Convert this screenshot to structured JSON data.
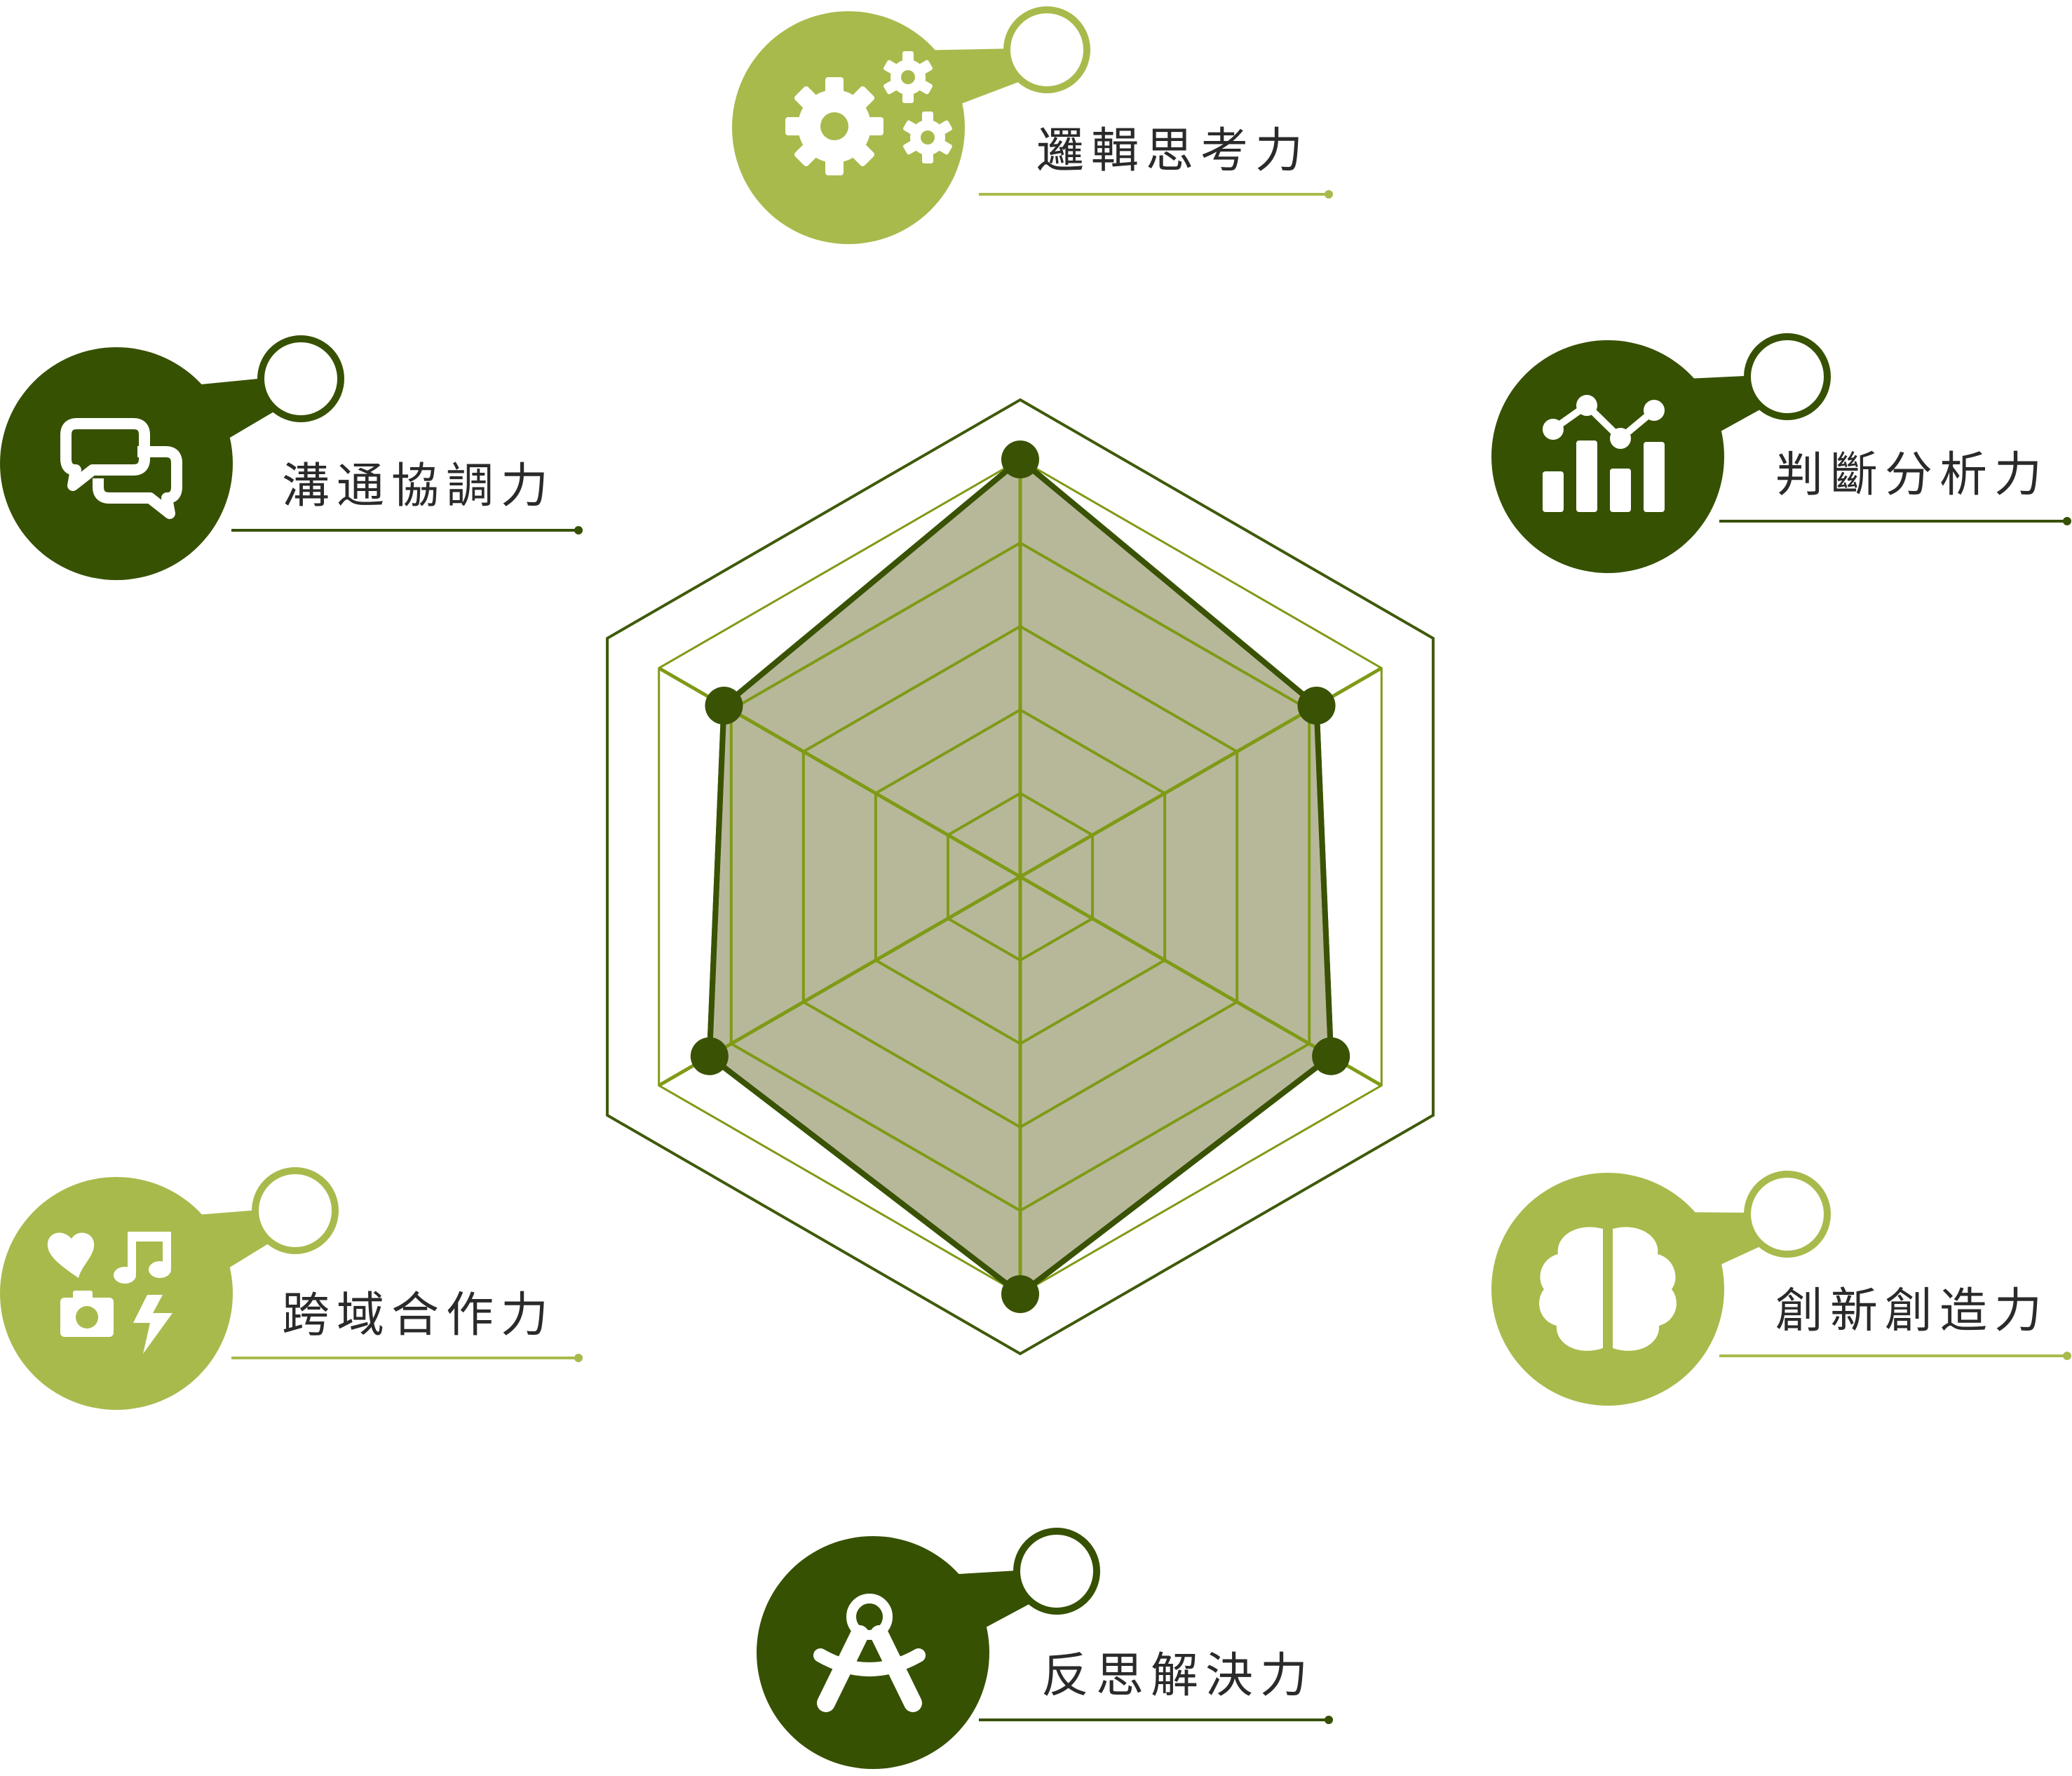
{
  "chart_data": {
    "type": "radar",
    "title": "",
    "axes": [
      "邏輯思考力",
      "判斷分析力",
      "創新創造力",
      "反思解決力",
      "跨域合作力",
      "溝通協調力"
    ],
    "series": [
      {
        "values": [
          5,
          4.1,
          4.3,
          5,
          4.3,
          4.1
        ]
      }
    ],
    "scale": {
      "min": 0,
      "max": 5,
      "rings": 5
    },
    "grid": true,
    "colors": {
      "fill": "#b7b89a",
      "stroke": "#3a5204",
      "grid": "#7f9a16",
      "frame": "#3f5a0a",
      "light": "#a9ba4c",
      "dark": "#375102"
    }
  },
  "categories": [
    {
      "label": "邏輯思考力",
      "icon": "gears-icon",
      "theme": "light"
    },
    {
      "label": "判斷分析力",
      "icon": "bar-chart-trend-icon",
      "theme": "dark"
    },
    {
      "label": "創新創造力",
      "icon": "brain-icon",
      "theme": "light"
    },
    {
      "label": "反思解決力",
      "icon": "compass-icon",
      "theme": "dark"
    },
    {
      "label": "跨域合作力",
      "icon": "hobbies-icon",
      "theme": "light"
    },
    {
      "label": "溝通協調力",
      "icon": "chat-bubbles-icon",
      "theme": "dark"
    }
  ]
}
